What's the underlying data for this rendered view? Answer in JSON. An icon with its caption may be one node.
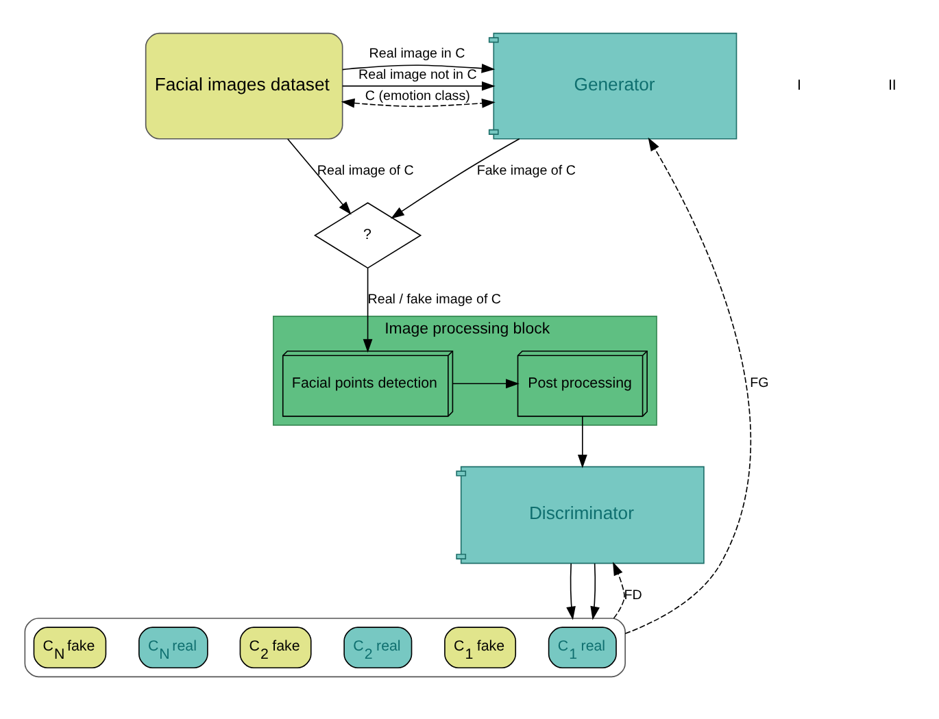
{
  "diagram": {
    "nodes": [
      {
        "text": [
          "Facial images dataset"
        ]
      },
      {
        "text": [
          "Generator"
        ]
      },
      {
        "text": [
          "?"
        ]
      },
      {
        "text": [
          "Image processing block"
        ]
      },
      {
        "text": [
          "Post processing"
        ],
        "in": 3
      },
      {
        "text": [
          "Facial points detection"
        ],
        "in": 3
      },
      {
        "text": [
          "Discriminator"
        ]
      },
      {
        "text": [],
        "shape": "box"
      },
      {
        "text": [
          "C$_{1}$ real"
        ],
        "in": 7
      },
      {
        "text": [
          "C$_{1}$ fake"
        ],
        "in": 7
      },
      {
        "text": [
          "C$_{2}$ real"
        ],
        "in": 7
      },
      {
        "text": [
          "C$_{2}$ fake"
        ],
        "in": 7
      },
      {
        "text": [
          "C$_{N}$ real"
        ],
        "in": 7
      },
      {
        "text": [
          "C$_{N}$ fake"
        ],
        "in": 7
      }
    ],
    "edges": [
      {
        "from": 0,
        "to": 1,
        "label": "Real image in C",
        "arrow": "to"
      },
      {
        "from": 0,
        "to": 1,
        "label": "C (emotion class)",
        "arrow": "both",
        "style": "dashed"
      },
      {
        "from": 0,
        "to": 1,
        "label": "Real image not in C",
        "arrow": "to"
      },
      {
        "from": 0,
        "to": 2,
        "label": "Real image of C",
        "arrow": "to"
      },
      {
        "from": 1,
        "to": 2,
        "label": "Fake image of C",
        "arrow": "to"
      },
      {
        "from": 2,
        "to": 5,
        "label": "Real / fake image of C",
        "arrow": "to"
      },
      {
        "from": 5,
        "to": 4,
        "arrow": "to"
      },
      {
        "from": 4,
        "to": 6,
        "arrow": "to"
      },
      {
        "from": 6,
        "to": 7,
        "arrow": "to"
      },
      {
        "from": 6,
        "to": 7,
        "arrow": "to"
      },
      {
        "from": 7,
        "to": 1,
        "label": "FG",
        "arrow": "to",
        "style": "dashed"
      },
      {
        "from": 7,
        "to": 6,
        "label": "FD",
        "arrow": "to",
        "style": "dashed"
      }
    ],
    "labels": [
      "I",
      "II"
    ]
  }
}
